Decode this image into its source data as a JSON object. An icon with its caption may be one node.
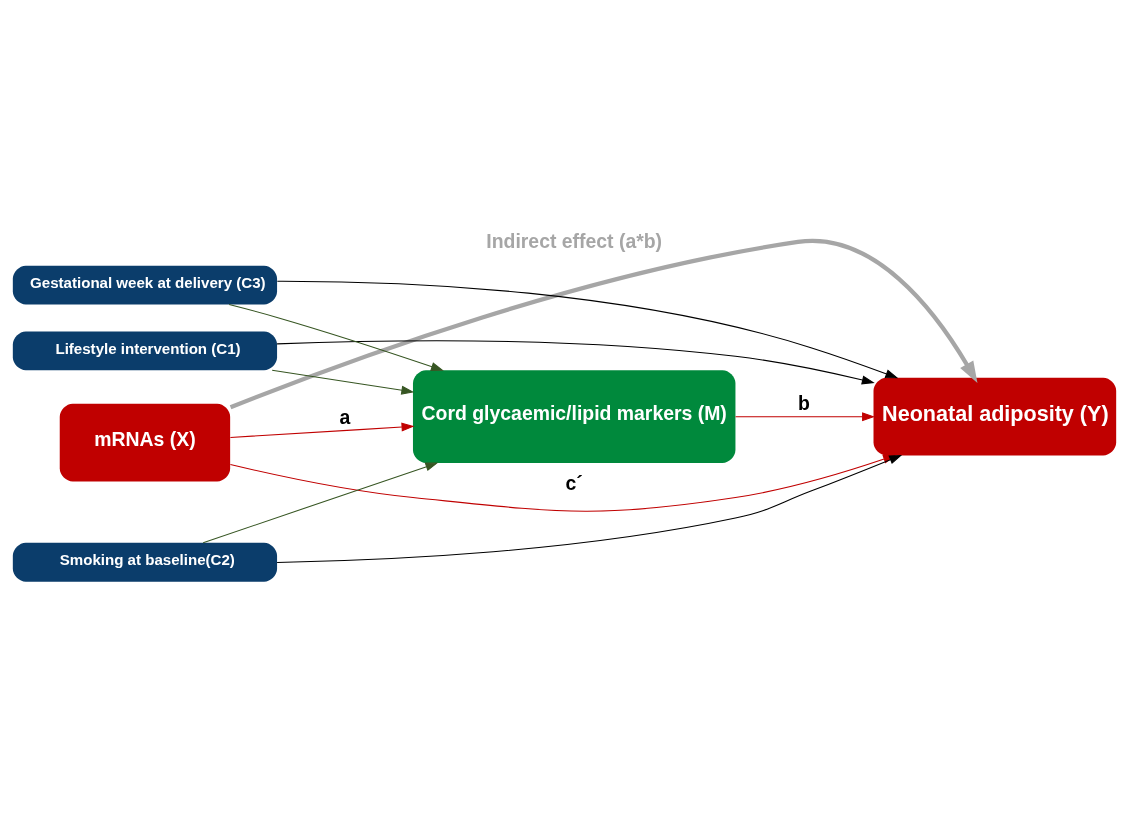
{
  "diagram": {
    "nodes": [
      {
        "text": [
          "mRNAs (X)"
        ]
      },
      {
        "text": [
          "Cord glycaemic/lipid markers (M)"
        ]
      },
      {
        "text": [
          "Neonatal adiposity (Y)"
        ]
      },
      {
        "text": [
          "Lifestyle intervention (C1)"
        ]
      },
      {
        "text": [
          "Smoking at baseline(C2)"
        ]
      },
      {
        "text": [
          "Gestational week at delivery (C3)"
        ]
      }
    ],
    "edges": [
      {
        "from": 0,
        "to": 2,
        "arrow": "to",
        "label": "Indirect effect (a*b)",
        "style": "thick",
        "color": "#a6a6a6"
      },
      {
        "from": 0,
        "to": 1,
        "arrow": "to",
        "label": "a",
        "color": "#c00000"
      },
      {
        "from": 1,
        "to": 2,
        "arrow": "to",
        "label": "b",
        "color": "#c00000"
      },
      {
        "from": 0,
        "to": 2,
        "arrow": "to",
        "label": "c´",
        "color": "#c00000"
      },
      {
        "from": 3,
        "to": 1,
        "arrow": "to",
        "color": "#375623"
      },
      {
        "from": 4,
        "to": 1,
        "arrow": "to",
        "color": "#375623"
      },
      {
        "from": 5,
        "to": 1,
        "arrow": "to",
        "color": "#375623"
      },
      {
        "from": 3,
        "to": 2,
        "arrow": "to",
        "color": "#000000"
      },
      {
        "from": 4,
        "to": 2,
        "arrow": "to",
        "color": "#000000"
      },
      {
        "from": 5,
        "to": 2,
        "arrow": "to",
        "color": "#000000"
      }
    ]
  }
}
